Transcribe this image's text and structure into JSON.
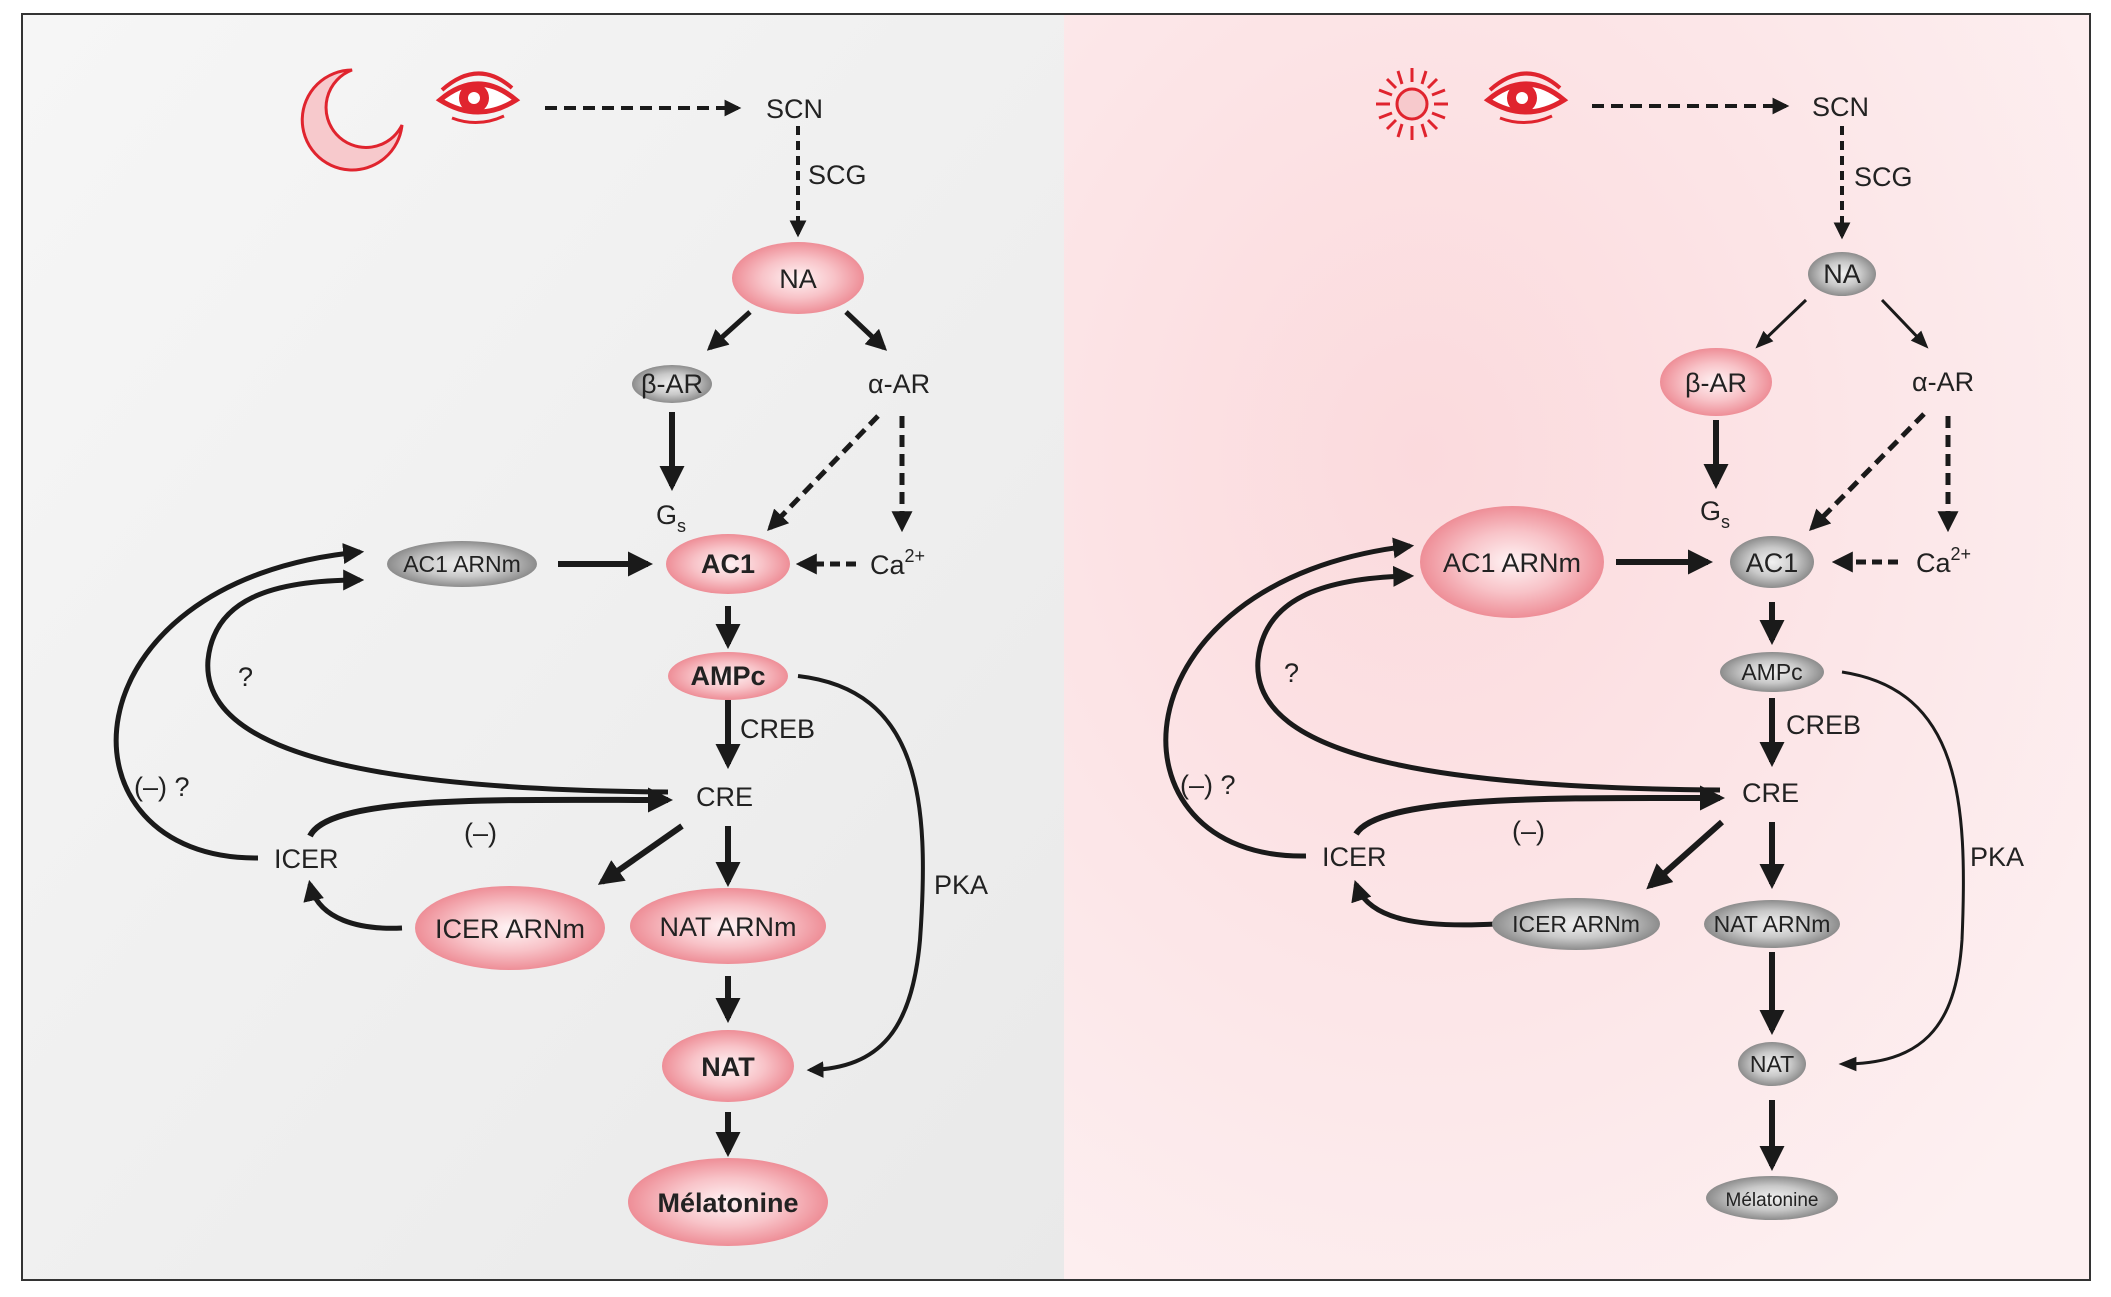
{
  "panels": [
    {
      "id": "night",
      "light_icon": "moon-icon",
      "labels": {
        "scn": "SCN",
        "scg": "SCG",
        "alpha_ar": "α-AR",
        "gs": "G",
        "gs_sub": "s",
        "ca": "Ca",
        "ca_sup": "2+",
        "creb": "CREB",
        "cre": "CRE",
        "icer": "ICER",
        "pka": "PKA",
        "q1": "?",
        "neg_q": "(–) ?",
        "neg": "(–)"
      },
      "nodes": {
        "na": "NA",
        "beta_ar": "β-AR",
        "ac1_arnm": "AC1 ARNm",
        "ac1": "AC1",
        "ampc": "AMPc",
        "icer_arnm": "ICER ARNm",
        "nat_arnm": "NAT ARNm",
        "nat": "NAT",
        "melatonine": "Mélatonine"
      }
    },
    {
      "id": "day",
      "light_icon": "sun-icon",
      "labels": {
        "scn": "SCN",
        "scg": "SCG",
        "alpha_ar": "α-AR",
        "gs": "G",
        "gs_sub": "s",
        "ca": "Ca",
        "ca_sup": "2+",
        "creb": "CREB",
        "cre": "CRE",
        "icer": "ICER",
        "pka": "PKA",
        "q1": "?",
        "neg_q": "(–) ?",
        "neg": "(–)"
      },
      "nodes": {
        "na": "NA",
        "beta_ar": "β-AR",
        "ac1_arnm": "AC1 ARNm",
        "ac1": "AC1",
        "ampc": "AMPc",
        "icer_arnm": "ICER ARNm",
        "nat_arnm": "NAT ARNm",
        "nat": "NAT",
        "melatonine": "Mélatonine"
      }
    }
  ],
  "colors": {
    "active_node": "#f4a8ae",
    "inactive_node": "#a8a8a8",
    "eye_red": "#e0242e",
    "arrow": "#1a1a1a"
  }
}
